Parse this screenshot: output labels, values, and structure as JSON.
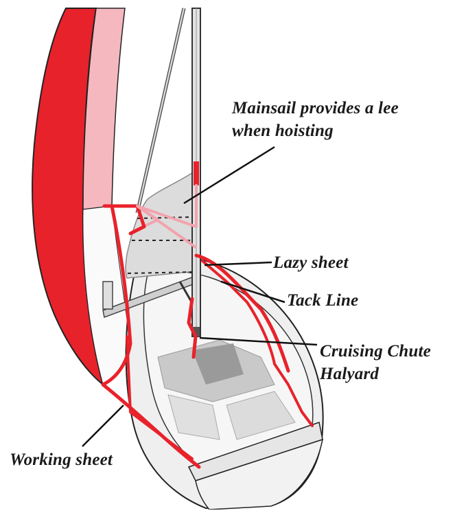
{
  "labels": {
    "mainsail_line1": "Mainsail provides  a lee",
    "mainsail_line2": "when hoisting",
    "lazy_sheet": "Lazy sheet",
    "tack_line": "Tack Line",
    "halyard_line1": "Cruising Chute",
    "halyard_line2": "Halyard",
    "working_sheet": "Working sheet"
  },
  "colors": {
    "spinnaker": "#e8222b",
    "spinnaker_light": "#f5b8bf",
    "rope": "#e8222b",
    "rope_light": "#f2a3ad",
    "hull": "#f0f0f0",
    "outline": "#222222"
  }
}
